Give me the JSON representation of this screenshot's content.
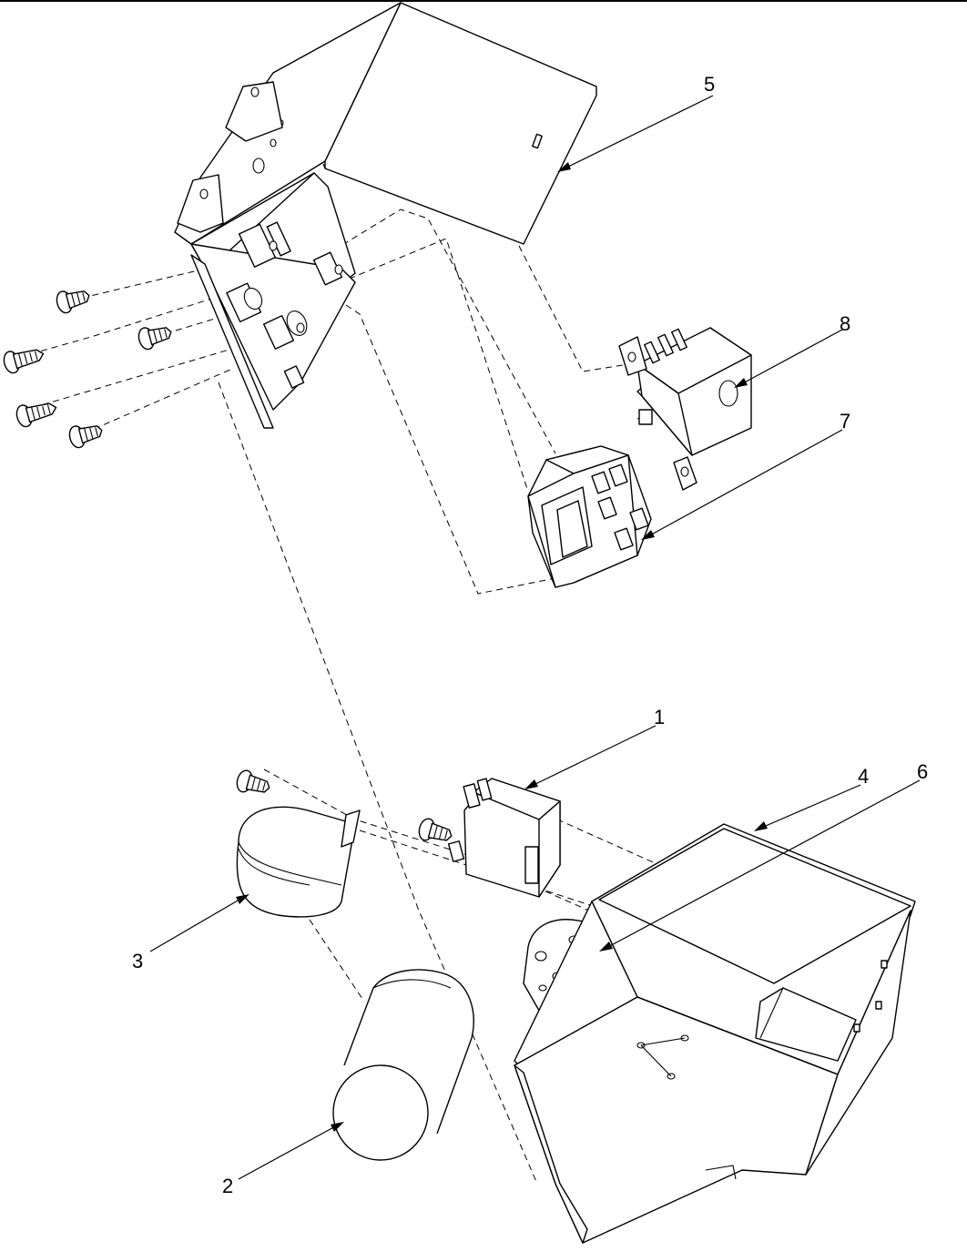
{
  "callouts": [
    {
      "id": "1",
      "label": "1"
    },
    {
      "id": "2",
      "label": "2"
    },
    {
      "id": "3",
      "label": "3"
    },
    {
      "id": "4",
      "label": "4"
    },
    {
      "id": "5",
      "label": "5"
    },
    {
      "id": "6",
      "label": "6"
    },
    {
      "id": "7",
      "label": "7"
    },
    {
      "id": "8",
      "label": "8"
    }
  ],
  "parts": [
    {
      "callout": "1",
      "icon": "relay-icon"
    },
    {
      "callout": "2",
      "icon": "capacitor-icon"
    },
    {
      "callout": "3",
      "icon": "capacitor-strap-icon"
    },
    {
      "callout": "4",
      "icon": "control-box-icon"
    },
    {
      "callout": "5",
      "icon": "cover-icon"
    },
    {
      "callout": "6",
      "icon": "terminal-block-icon"
    },
    {
      "callout": "7",
      "icon": "relay-socket-icon"
    },
    {
      "callout": "8",
      "icon": "overload-protector-icon"
    }
  ],
  "fasteners": [
    {
      "icon": "screw-icon"
    },
    {
      "icon": "screw-icon"
    },
    {
      "icon": "screw-icon"
    },
    {
      "icon": "screw-icon"
    },
    {
      "icon": "screw-icon"
    },
    {
      "icon": "screw-icon"
    },
    {
      "icon": "screw-icon"
    },
    {
      "icon": "screw-icon"
    },
    {
      "icon": "screw-icon"
    }
  ]
}
